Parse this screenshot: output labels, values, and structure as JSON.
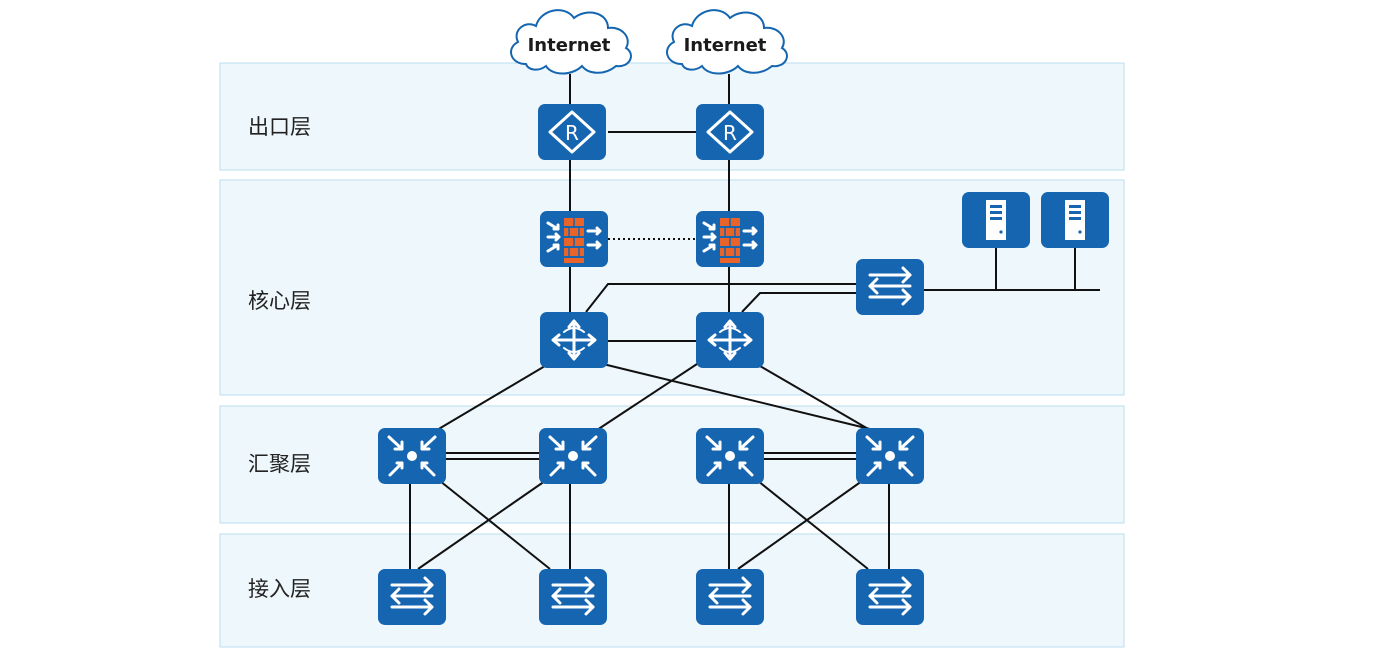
{
  "layers": {
    "exit": "出口层",
    "core": "核心层",
    "aggregation": "汇聚层",
    "access": "接入层"
  },
  "clouds": [
    "Internet",
    "Internet"
  ],
  "colors": {
    "device": "#1565b0",
    "band_fill": "#eef7fb",
    "band_border": "#b9ddef",
    "firewall_brick": "#e8642a",
    "cloud_border": "#1565b0"
  },
  "icons": {
    "router": "router-icon",
    "firewall": "firewall-icon",
    "core_switch": "core-switch-icon",
    "aggregation_switch": "aggregation-switch-icon",
    "access_switch": "access-switch-icon",
    "server": "server-icon",
    "cloud": "cloud-icon"
  }
}
